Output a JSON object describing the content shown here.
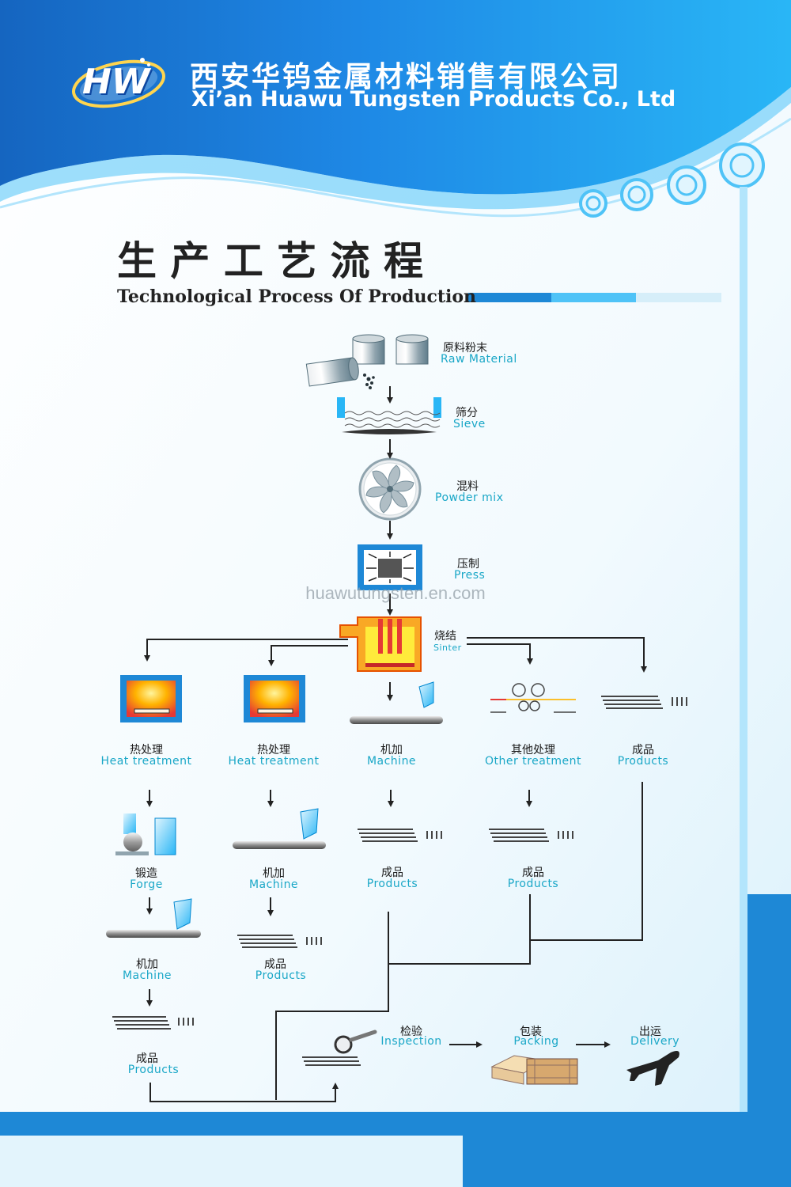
{
  "company": {
    "name_zh": "西安华钨金属材料销售有限公司",
    "name_en": "Xi’an Huawu Tungsten Products Co., Ltd",
    "logo_text": "HW"
  },
  "title": {
    "zh": "生 产 工 艺 流 程",
    "en": "Technological Process Of Production"
  },
  "watermark": "huawutungsten.en.com",
  "colors": {
    "primary_blue": "#1e88d6",
    "accent_cyan": "#1aa7c7"
  },
  "steps": {
    "raw_material": {
      "zh": "原料粉末",
      "en": "Raw Material"
    },
    "sieve": {
      "zh": "筛分",
      "en": "Sieve"
    },
    "powder_mix": {
      "zh": "混料",
      "en": "Powder mix"
    },
    "press": {
      "zh": "压制",
      "en": "Press"
    },
    "sinter": {
      "zh": "烧结",
      "en": "Sinter"
    }
  },
  "branches": {
    "b1": {
      "step1": {
        "zh": "热处理",
        "en": "Heat treatment"
      },
      "step2": {
        "zh": "锻造",
        "en": "Forge"
      },
      "step3": {
        "zh": "机加",
        "en": "Machine"
      },
      "step4": {
        "zh": "成品",
        "en": "Products"
      }
    },
    "b2": {
      "step1": {
        "zh": "热处理",
        "en": "Heat treatment"
      },
      "step2": {
        "zh": "机加",
        "en": "Machine"
      },
      "step3": {
        "zh": "成品",
        "en": "Products"
      }
    },
    "b3": {
      "step1": {
        "zh": "机加",
        "en": "Machine"
      },
      "step2": {
        "zh": "成品",
        "en": "Products"
      }
    },
    "b4": {
      "step1": {
        "zh": "其他处理",
        "en": "Other treatment"
      },
      "step2": {
        "zh": "成品",
        "en": "Products"
      }
    },
    "b5": {
      "step1": {
        "zh": "成品",
        "en": "Products"
      }
    }
  },
  "final": {
    "inspection": {
      "zh": "检验",
      "en": "Inspection"
    },
    "packing": {
      "zh": "包装",
      "en": "Packing"
    },
    "delivery": {
      "zh": "出运",
      "en": "Delivery"
    }
  }
}
